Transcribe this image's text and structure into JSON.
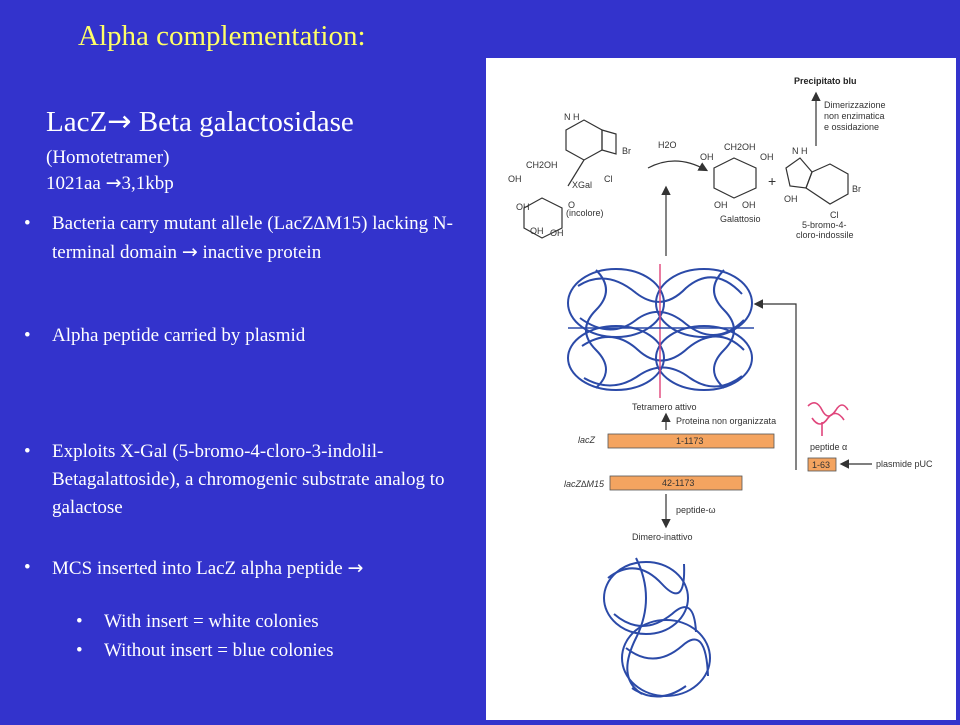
{
  "slide": {
    "title": "Alpha complementation:",
    "subtitle_prefix": "LacZ",
    "subtitle_arrow": "→",
    "subtitle_suffix": " Beta galactosidase",
    "note_1": "(Homotetramer)",
    "note_2_prefix": "1021aa ",
    "note_2_arrow": "→",
    "note_2_suffix": "3,1kbp",
    "bullet_glyph": "•",
    "bullets": [
      {
        "text_a": "Bacteria carry mutant allele (LacZ∆M15) lacking N-terminal domain ",
        "arrow": "→",
        "text_b": " inactive protein"
      },
      {
        "text": "Alpha peptide carried by plasmid"
      },
      {
        "text": "Exploits X-Gal (5-bromo-4-cloro-3-indolil-Betagalattoside), a chromogenic substrate analog to galactose"
      },
      {
        "text_a": "MCS inserted into LacZ alpha peptide ",
        "arrow": "→"
      }
    ],
    "sub_bullets": [
      "With insert = white colonies",
      "Without insert = blue colonies"
    ]
  },
  "figure": {
    "precipitate": "Precipitato blu",
    "dimerization_1": "Dimerizzazione",
    "dimerization_2": "non enzimatica",
    "dimerization_3": "e ossidazione",
    "water": "H2O",
    "xgal_1": "XGal",
    "xgal_2": "(incolore)",
    "galactose": "Galattosio",
    "indoxyl_1": "5-bromo-4-",
    "indoxyl_2": "cloro-indossile",
    "active_tetramer": "Tetramero attivo",
    "unorganized_protein": "Proteina non organizzata",
    "lacz": "lacZ",
    "lacz_range": "1-1173",
    "laczm15": "lacZ∆M15",
    "laczm15_range": "42-1173",
    "peptide_omega": "peptide-ω",
    "inactive_dimer": "Dimero-inattivo",
    "peptide_alpha": "peptide α",
    "alpha_range": "1-63",
    "plasmid": "plasmide pUC",
    "plus": "+",
    "chem_oh": "OH",
    "chem_ch2oh": "CH2OH",
    "chem_br": "Br",
    "chem_cl": "Cl",
    "chem_nh": "N\nH",
    "chem_o": "O",
    "colors": {
      "bar": "#f4a460",
      "protein": "#2b4aa8",
      "accent": "#e0457b"
    }
  }
}
